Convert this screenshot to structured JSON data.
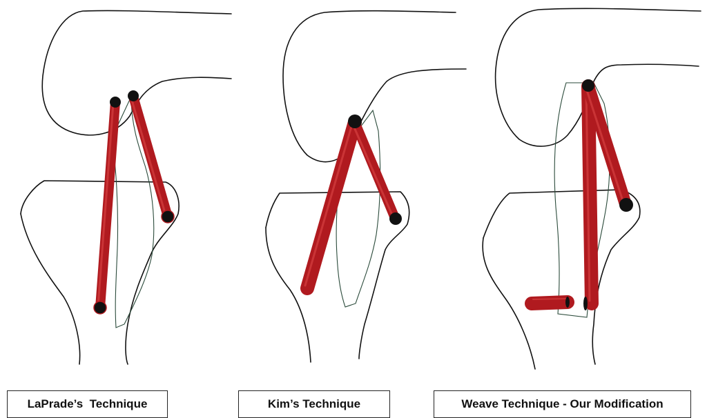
{
  "captions": {
    "laprade": "LaPrade’s  Technique",
    "kim": "Kim’s Technique",
    "weave": "Weave Technique - Our Modification"
  },
  "colors": {
    "graft": "#b01a1f",
    "bone_outline": "#111111",
    "fibula_stipple": "#2a4a3a"
  }
}
